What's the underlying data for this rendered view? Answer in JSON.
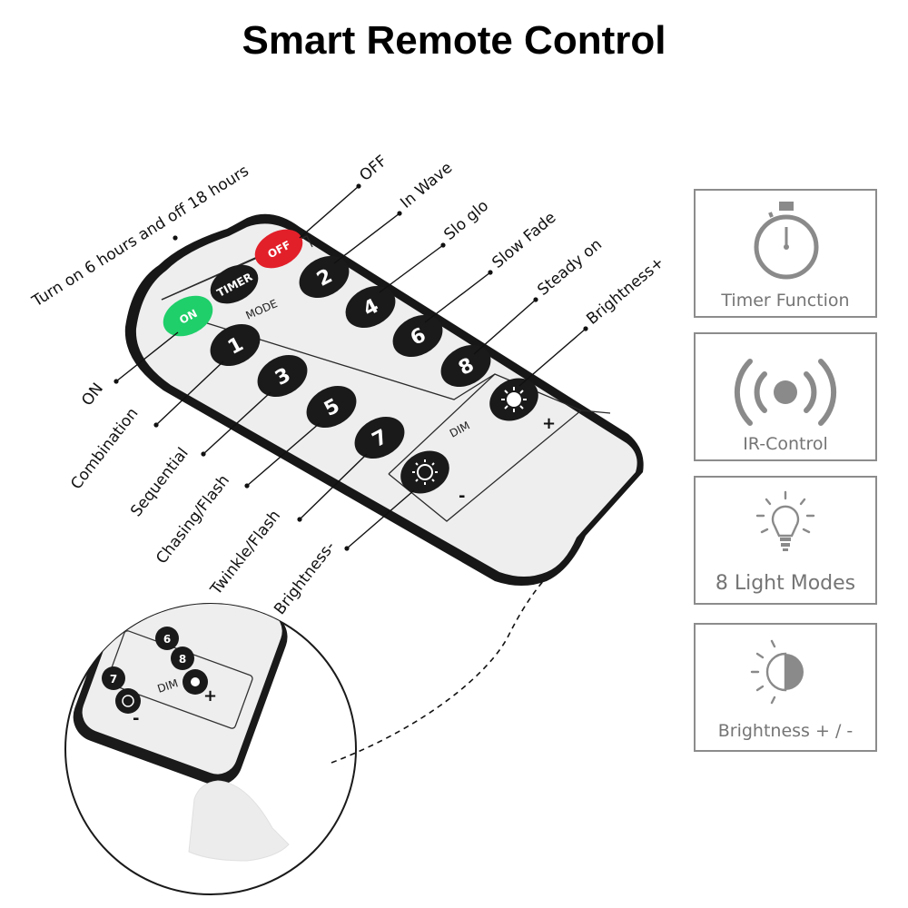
{
  "title": "Smart Remote Control",
  "remote": {
    "buttons": {
      "timer": "TIMER",
      "off": "OFF",
      "on": "ON",
      "mode": "MODE",
      "dim": "DIM",
      "plus": "+",
      "minus": "-",
      "numbers": [
        "1",
        "2",
        "3",
        "4",
        "5",
        "6",
        "7",
        "8"
      ]
    }
  },
  "callouts": {
    "timer": "Turn on 6 hours and off 18 hours",
    "off": "OFF",
    "in_wave": "In Wave",
    "slo_glo": "Slo glo",
    "slow_fade": "Slow Fade",
    "steady_on": "Steady on",
    "brightness_plus": "Brightness+",
    "on": "ON",
    "combination": "Combination",
    "sequential": "Sequential",
    "chasing_flash": "Chasing/Flash",
    "twinkle_flash": "Twinkle/Flash",
    "brightness_minus": "Brightness-"
  },
  "zoom": {
    "numbers": [
      "6",
      "8",
      "7"
    ],
    "dim": "DIM",
    "plus": "+",
    "minus": "-"
  },
  "features": [
    {
      "label": "Timer Function",
      "icon": "stopwatch-icon"
    },
    {
      "label": "IR-Control",
      "icon": "signal-icon"
    },
    {
      "label": "8 Light Modes",
      "icon": "bulb-icon"
    },
    {
      "label": "Brightness  + / -",
      "icon": "brightness-icon"
    }
  ],
  "colors": {
    "on_button": "#1fcf6a",
    "off_button": "#e2202a",
    "key": "#1a1a1a",
    "remote_face": "#eeeeee",
    "feature_border": "#8c8c8c",
    "feature_text": "#757575"
  }
}
